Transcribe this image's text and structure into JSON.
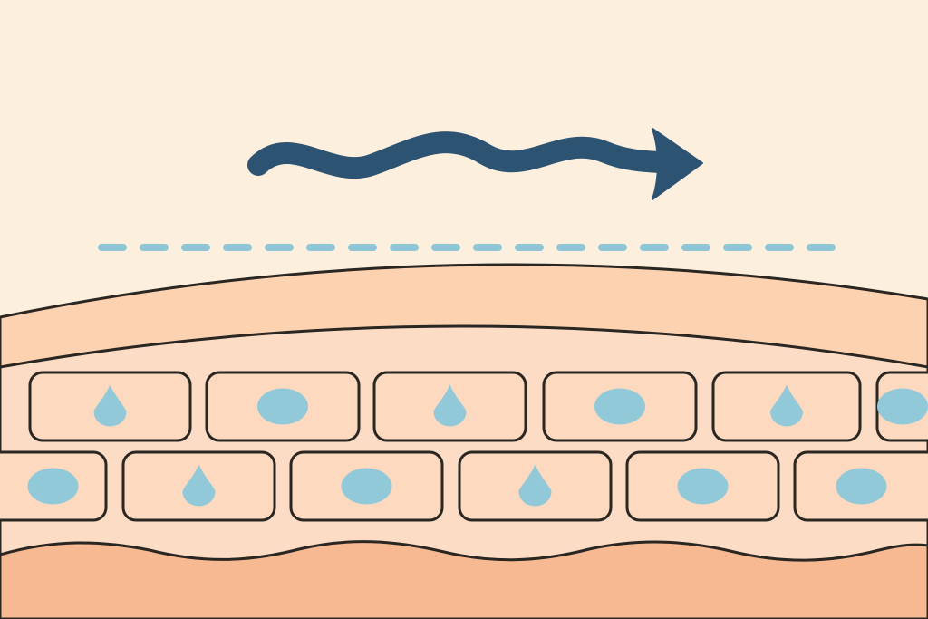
{
  "diagram": {
    "colors": {
      "background": "#fdefdd",
      "outline": "#2a2622",
      "outer_layer": "#fcd2b1",
      "cell_layer": "#fcdcc4",
      "cell_fill": "#fdd9c0",
      "deep_layer": "#f7b991",
      "droplet": "#92c9d9",
      "arrow": "#2d5373",
      "barrier_line": "#8fc6d6"
    },
    "icons": {
      "flow": "wavy-arrow-right-icon",
      "barrier": "dashed-line",
      "droplet": "water-drop-icon",
      "nucleus": "oval-nucleus-icon"
    },
    "layers": [
      "outer-layer",
      "inner-layer",
      "cell-layer",
      "deep-layer"
    ],
    "cell_rows": [
      {
        "row": "upper",
        "contents": [
          "droplet",
          "nucleus",
          "droplet",
          "nucleus",
          "droplet",
          "nucleus"
        ]
      },
      {
        "row": "lower",
        "contents": [
          "nucleus",
          "droplet",
          "nucleus",
          "droplet",
          "nucleus",
          "nucleus"
        ]
      }
    ]
  }
}
